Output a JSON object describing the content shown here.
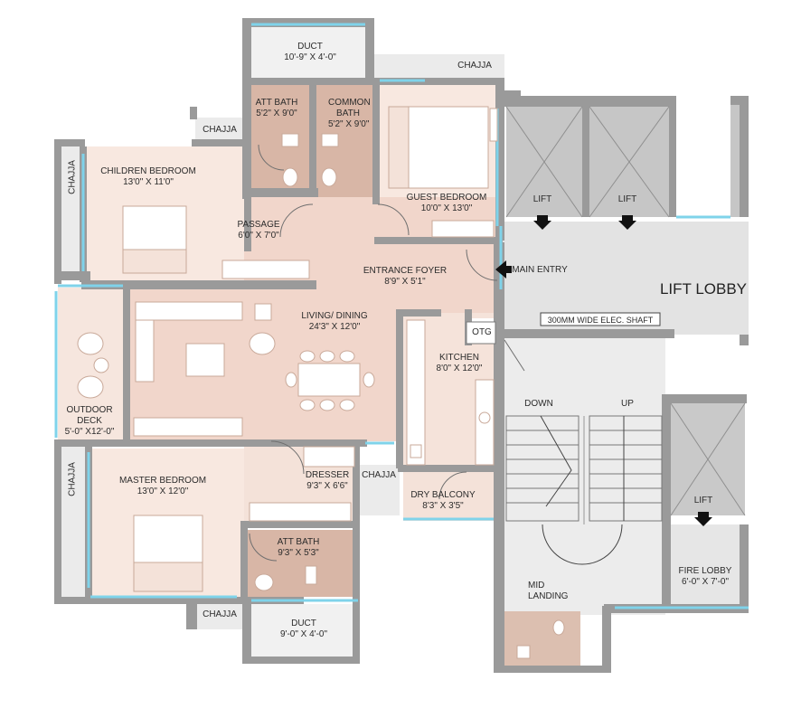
{
  "colors": {
    "wall": "#9a9a9a",
    "room_pink": "#f7e6de",
    "room_living": "#f1d6cb",
    "bath": "#d8b6a6",
    "lobby": "#e3e3e3",
    "shaft": "#c4c4c4",
    "glass": "#7fd3ea",
    "furniture": "#ffffff"
  },
  "rooms": {
    "duct_top": {
      "name": "DUCT",
      "dims": "10'-9\" X 4'-0\""
    },
    "chajja_top": {
      "name": "CHAJJA"
    },
    "att_bath_top": {
      "name": "ATT BATH",
      "dims": "5'2\" X 9'0\""
    },
    "common_bath": {
      "name": "COMMON BATH",
      "dims": "5'2\" X 9'0\""
    },
    "guest_bedroom": {
      "name": "GUEST BEDROOM",
      "dims": "10'0\" X 13'0\""
    },
    "chajja_upper": {
      "name": "CHAJJA"
    },
    "children_bedroom": {
      "name": "CHILDREN  BEDROOM",
      "dims": "13'0\" X 11'0\""
    },
    "chajja_left_top": {
      "name": "CHAJJA"
    },
    "passage": {
      "name": "PASSAGE",
      "dims": "6'0\" X 7'0\""
    },
    "entrance_foyer": {
      "name": "ENTRANCE FOYER",
      "dims": "8'9\" X 5'1\""
    },
    "main_entry": {
      "name": "MAIN ENTRY"
    },
    "lift_lobby": {
      "name": "LIFT LOBBY"
    },
    "elec_shaft": {
      "name": "300MM WIDE ELEC. SHAFT"
    },
    "lift_1": {
      "name": "LIFT"
    },
    "lift_2": {
      "name": "LIFT"
    },
    "living_dining": {
      "name": "LIVING/ DINING",
      "dims": "24'3\" X 12'0\""
    },
    "otg": {
      "name": "OTG"
    },
    "kitchen": {
      "name": "KITCHEN",
      "dims": "8'0\" X 12'0\""
    },
    "outdoor_deck": {
      "name": "OUTDOOR DECK",
      "dims": "5'-0\" X12'-0\""
    },
    "down": {
      "name": "DOWN"
    },
    "up": {
      "name": "UP"
    },
    "master_bedroom": {
      "name": "MASTER BEDROOM",
      "dims": "13'0\" X 12'0\""
    },
    "dresser": {
      "name": "DRESSER",
      "dims": "9'3\" X 6'6\""
    },
    "chajja_mid": {
      "name": "CHAJJA"
    },
    "dry_balcony": {
      "name": "DRY BALCONY",
      "dims": "8'3\" X 3'5\""
    },
    "chajja_left_bottom": {
      "name": "CHAJJA"
    },
    "lift_3": {
      "name": "LIFT"
    },
    "att_bath_bottom": {
      "name": "ATT BATH",
      "dims": "9'3\" X 5'3\""
    },
    "fire_lobby": {
      "name": "FIRE LOBBY",
      "dims": "6'-0\" X 7'-0\""
    },
    "mid_landing": {
      "name": "MID LANDING"
    },
    "chajja_bottom": {
      "name": "CHAJJA"
    },
    "duct_bottom": {
      "name": "DUCT",
      "dims": "9'-0\" X 4'-0\""
    }
  }
}
